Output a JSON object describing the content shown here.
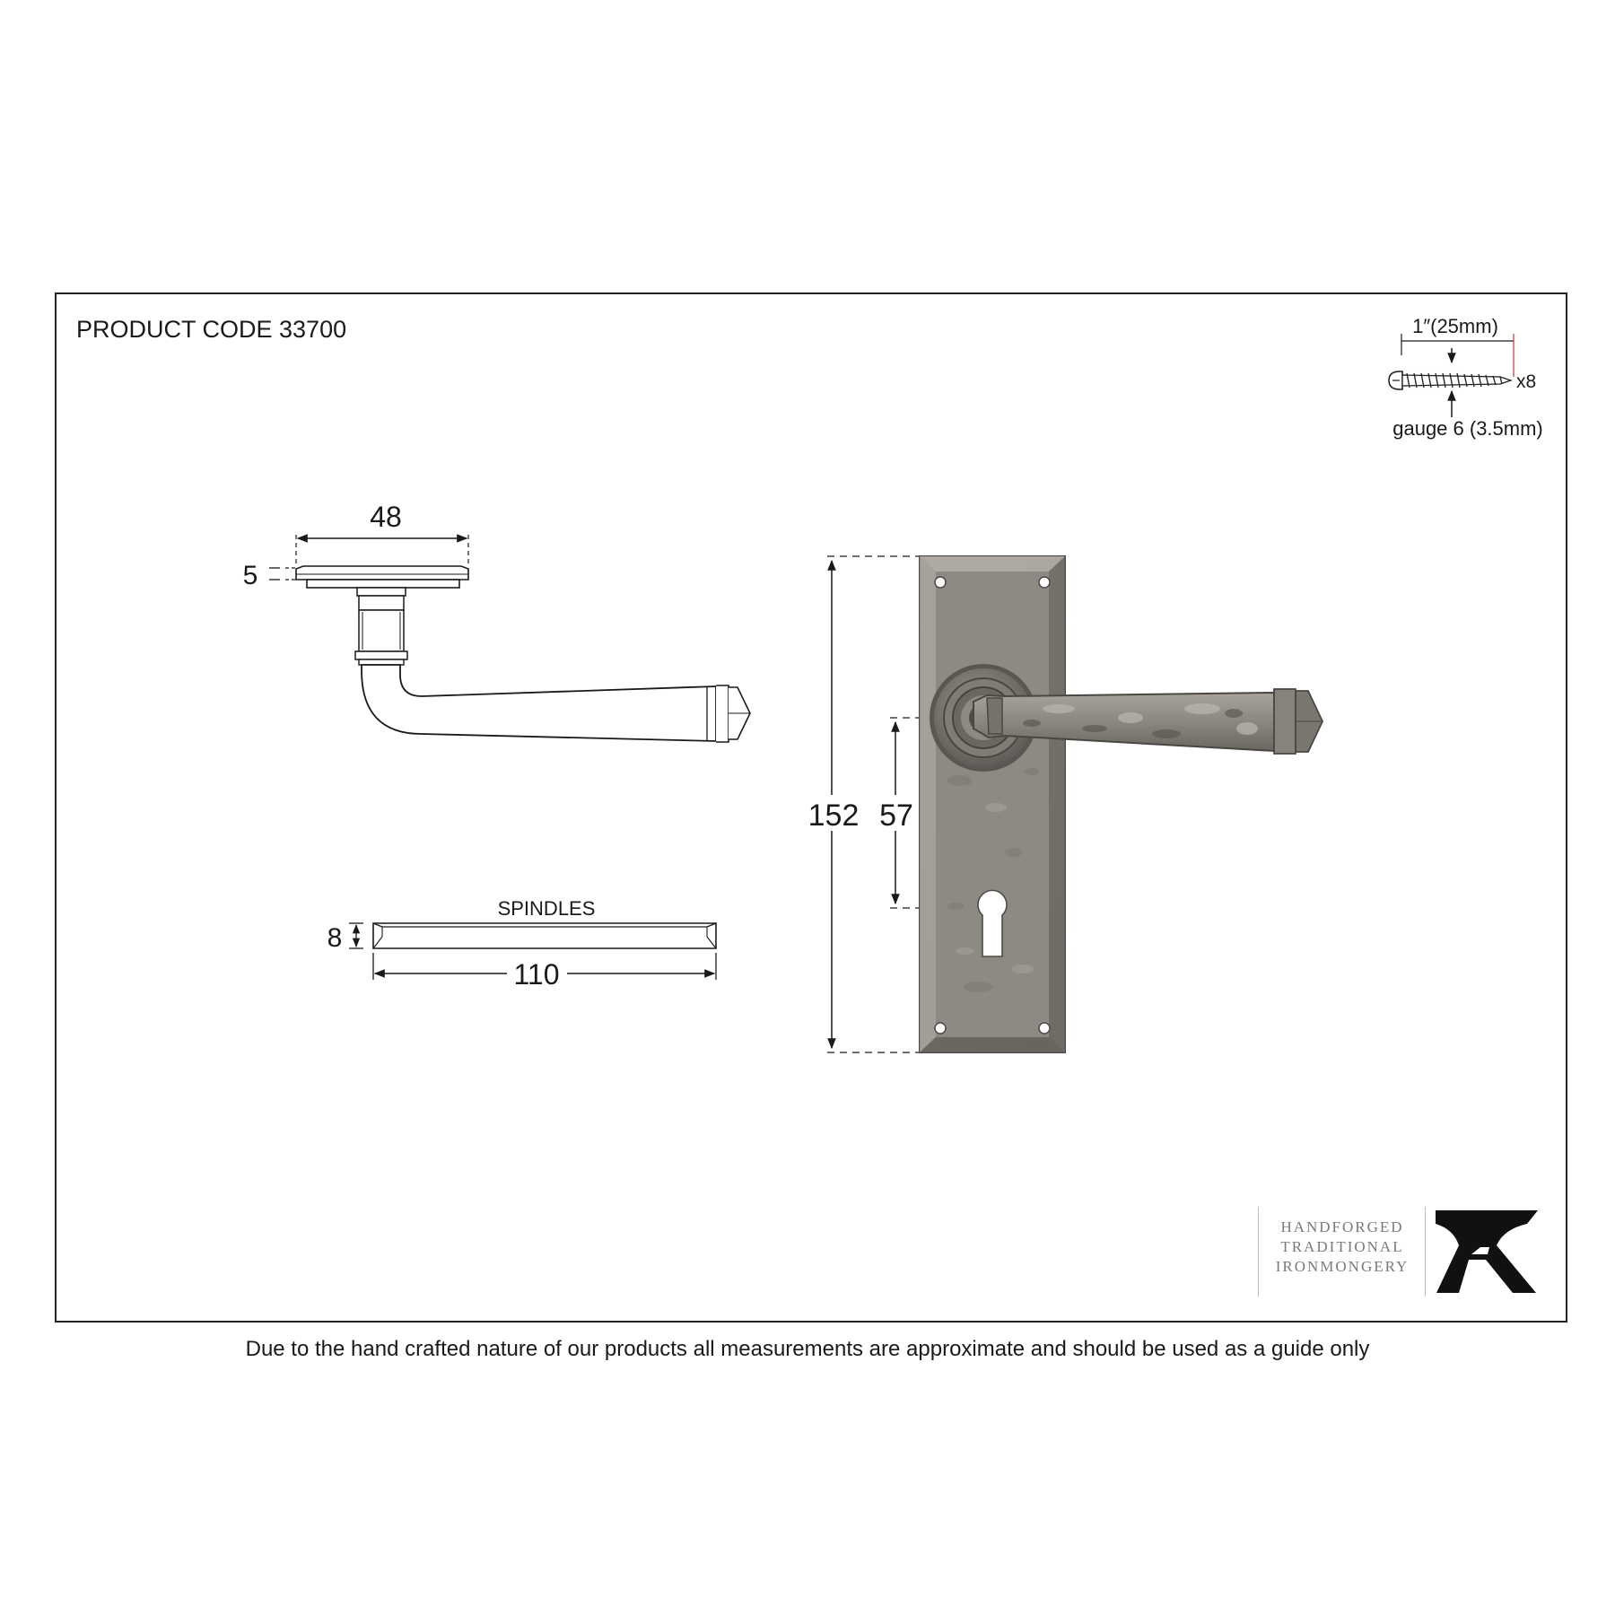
{
  "header": {
    "product_code": "PRODUCT CODE 33700"
  },
  "screw": {
    "length_label": "1″(25mm)",
    "quantity_label": "x8",
    "gauge_label": "gauge 6 (3.5mm)"
  },
  "side_view": {
    "rose_width": "48",
    "rose_depth": "5"
  },
  "spindles": {
    "title": "SPINDLES",
    "thickness": "8",
    "length": "110"
  },
  "backplate": {
    "height": "152",
    "centres": "57"
  },
  "brand": {
    "tagline_lines": [
      "HANDFORGED",
      "TRADITIONAL",
      "IRONMONGERY"
    ],
    "logo_icon": "anvil-a-icon"
  },
  "footer": {
    "disclaimer": "Due to the hand crafted nature of our products all measurements are approximate and should be used as a guide only"
  },
  "colors": {
    "line": "#1a1a1a",
    "pewter": "#8f8c86",
    "pewter_dark": "#5e5b56",
    "pewter_light": "#b7b3ab",
    "tagline": "#7a7a7a"
  }
}
